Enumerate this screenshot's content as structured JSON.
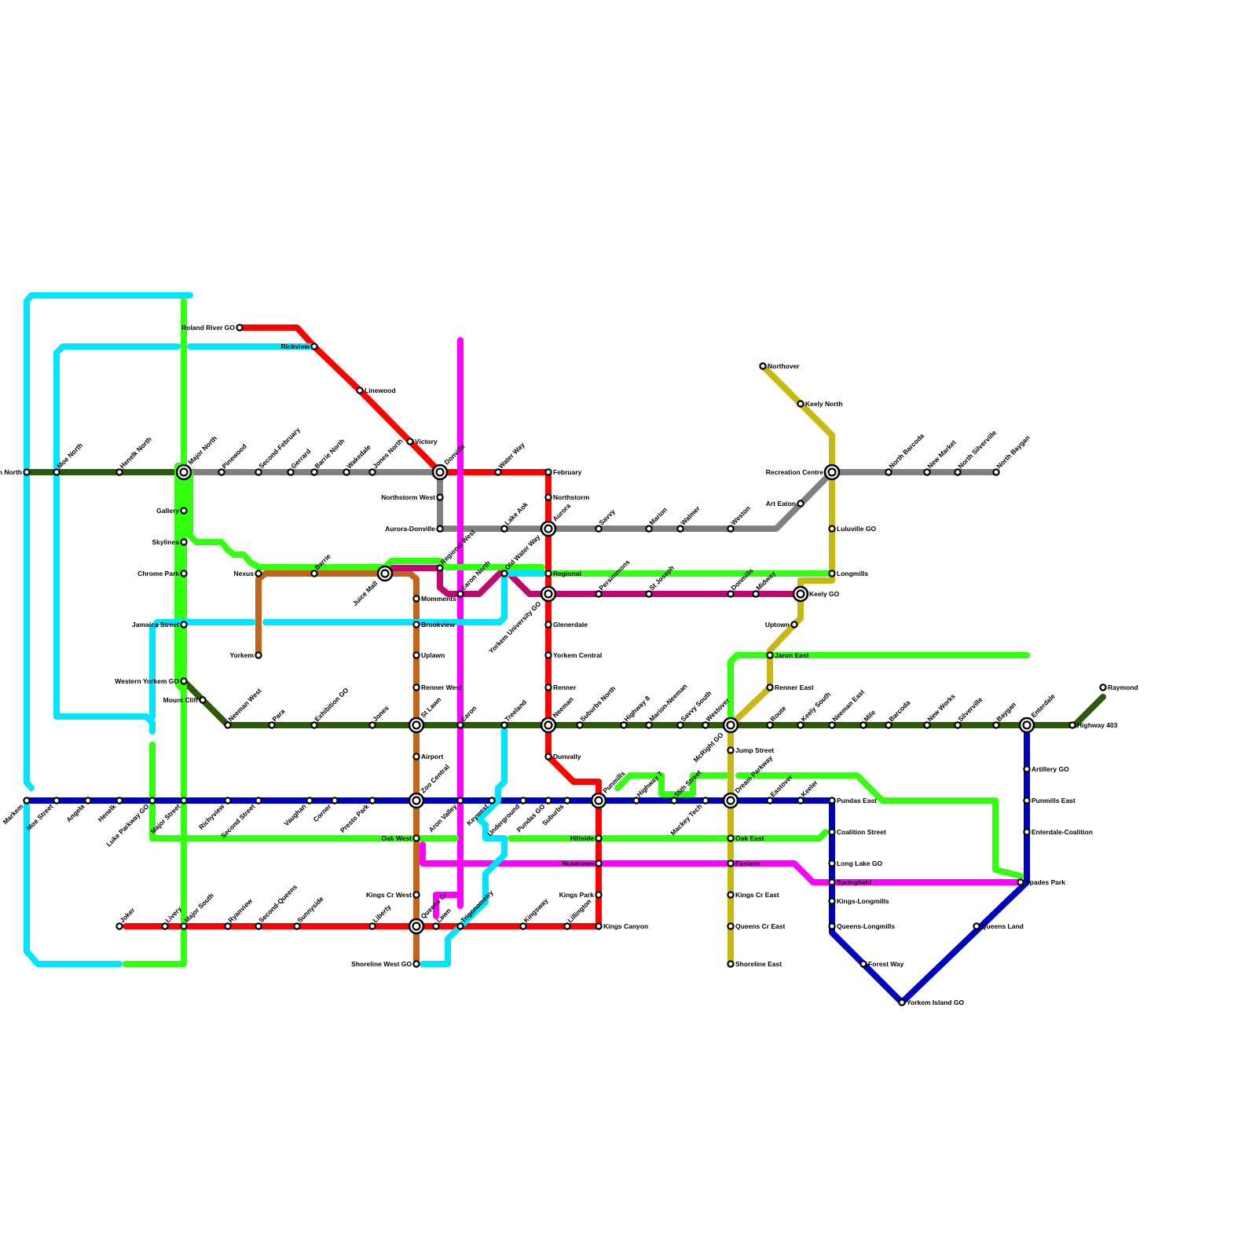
{
  "map": {
    "colors": {
      "red": "#ff0000",
      "grey": "#808080",
      "darkgreen": "#2d5a0a",
      "green": "#33ff11",
      "cyan": "#00e5ff",
      "magenta": "#ff00ff",
      "brown": "#c0651a",
      "purple": "#c0086e",
      "olive": "#c8b814",
      "blue": "#0000c0"
    },
    "stations": [
      {
        "name": "Roland River GO"
      },
      {
        "name": "Rickview"
      },
      {
        "name": "Linewood"
      },
      {
        "name": "Victory"
      },
      {
        "name": "Donville"
      },
      {
        "name": "Water Way"
      },
      {
        "name": "February"
      },
      {
        "name": "Northstorm"
      },
      {
        "name": "Aurora"
      },
      {
        "name": "Regional"
      },
      {
        "name": "Yorkem University GO"
      },
      {
        "name": "Glenerdale"
      },
      {
        "name": "Yorkem Central"
      },
      {
        "name": "Renner"
      },
      {
        "name": "Neeman"
      },
      {
        "name": "Dunvally"
      },
      {
        "name": "Punmills"
      },
      {
        "name": "Hillside"
      },
      {
        "name": "Nuketown"
      },
      {
        "name": "Kings Park"
      },
      {
        "name": "Kings Canyon"
      },
      {
        "name": "Lillington"
      },
      {
        "name": "Kingsway"
      },
      {
        "name": "Trigonometry"
      },
      {
        "name": "Lawn"
      },
      {
        "name": "Queens Cr"
      },
      {
        "name": "Liberty"
      },
      {
        "name": "Sunnyside"
      },
      {
        "name": "Second-Queens"
      },
      {
        "name": "Ryanview"
      },
      {
        "name": "Major South"
      },
      {
        "name": "Livery"
      },
      {
        "name": "Joker"
      },
      {
        "name": "Kem North"
      },
      {
        "name": "Moe North"
      },
      {
        "name": "Henelk North"
      },
      {
        "name": "Major North"
      },
      {
        "name": "Pinewood"
      },
      {
        "name": "Second-February"
      },
      {
        "name": "Gerrard"
      },
      {
        "name": "Barrie North"
      },
      {
        "name": "Wakedale"
      },
      {
        "name": "Jones North"
      },
      {
        "name": "Northstorm West"
      },
      {
        "name": "Aurora-Donville"
      },
      {
        "name": "Lake Aok"
      },
      {
        "name": "Savvy"
      },
      {
        "name": "Marion"
      },
      {
        "name": "Walmer"
      },
      {
        "name": "Weston"
      },
      {
        "name": "Art Eaton"
      },
      {
        "name": "Recreation Centre"
      },
      {
        "name": "North Barcoda"
      },
      {
        "name": "New Market"
      },
      {
        "name": "North Silverville"
      },
      {
        "name": "North Baygan"
      },
      {
        "name": "Northover"
      },
      {
        "name": "Keely North"
      },
      {
        "name": "Luluville GO"
      },
      {
        "name": "Longmills"
      },
      {
        "name": "Keely GO"
      },
      {
        "name": "Uptown"
      },
      {
        "name": "Jaron East"
      },
      {
        "name": "Renner East"
      },
      {
        "name": "Gallery"
      },
      {
        "name": "Skylines"
      },
      {
        "name": "Chrome Park"
      },
      {
        "name": "Jamaica Street"
      },
      {
        "name": "Western Yorkem GO"
      },
      {
        "name": "Mount Cliff"
      },
      {
        "name": "Neeman West"
      },
      {
        "name": "Para"
      },
      {
        "name": "Exhibition GO"
      },
      {
        "name": "Jones"
      },
      {
        "name": "St Lawn"
      },
      {
        "name": "Earon"
      },
      {
        "name": "Treeland"
      },
      {
        "name": "Suburbs North"
      },
      {
        "name": "Highway 8"
      },
      {
        "name": "Marion-Neeman"
      },
      {
        "name": "Savvy South"
      },
      {
        "name": "Westover"
      },
      {
        "name": "McRight GO"
      },
      {
        "name": "Route"
      },
      {
        "name": "Keely South"
      },
      {
        "name": "Neeman East"
      },
      {
        "name": "Mile"
      },
      {
        "name": "Barcoda"
      },
      {
        "name": "New Works"
      },
      {
        "name": "Silverville"
      },
      {
        "name": "Baygan"
      },
      {
        "name": "Enterdale"
      },
      {
        "name": "Highway 403"
      },
      {
        "name": "Raymond"
      },
      {
        "name": "Nexus"
      },
      {
        "name": "Barrie"
      },
      {
        "name": "Juice Mall"
      },
      {
        "name": "Regional West"
      },
      {
        "name": "Momments"
      },
      {
        "name": "Earon North"
      },
      {
        "name": "Old Water Way"
      },
      {
        "name": "Persimmons"
      },
      {
        "name": "St Joseph"
      },
      {
        "name": "Donmills"
      },
      {
        "name": "Midway"
      },
      {
        "name": "Yorkem"
      },
      {
        "name": "Brookview"
      },
      {
        "name": "Uplawn"
      },
      {
        "name": "Renner West"
      },
      {
        "name": "Airport"
      },
      {
        "name": "Zoo Central"
      },
      {
        "name": "Oak West"
      },
      {
        "name": "Kings Cr West"
      },
      {
        "name": "Shoreline West GO"
      },
      {
        "name": "Markem"
      },
      {
        "name": "Moe Street"
      },
      {
        "name": "Angela"
      },
      {
        "name": "Henelk"
      },
      {
        "name": "Luke Parkway GO"
      },
      {
        "name": "Major Street"
      },
      {
        "name": "Richyview"
      },
      {
        "name": "Second Street"
      },
      {
        "name": "Vaughan"
      },
      {
        "name": "Corner"
      },
      {
        "name": "Presto Park"
      },
      {
        "name": "Aron Valley"
      },
      {
        "name": "Keywest"
      },
      {
        "name": "Underground"
      },
      {
        "name": "Pundas GO"
      },
      {
        "name": "Suburbs"
      },
      {
        "name": "Highway 7"
      },
      {
        "name": "55th Street"
      },
      {
        "name": "Mackey Tech"
      },
      {
        "name": "Dream Parkway"
      },
      {
        "name": "Eastover"
      },
      {
        "name": "Keeler"
      },
      {
        "name": "Pundas East"
      },
      {
        "name": "Jump Street"
      },
      {
        "name": "Oak East"
      },
      {
        "name": "Eastern"
      },
      {
        "name": "Kings Cr East"
      },
      {
        "name": "Queens Cr East"
      },
      {
        "name": "Shoreline East"
      },
      {
        "name": "Coalition Street"
      },
      {
        "name": "Long Lake GO"
      },
      {
        "name": "Springfield"
      },
      {
        "name": "Kings-Longmills"
      },
      {
        "name": "Queens-Longmills"
      },
      {
        "name": "Forest Way"
      },
      {
        "name": "Yorkem Island GO"
      },
      {
        "name": "Queens Land"
      },
      {
        "name": "Spades Park"
      },
      {
        "name": "Artillery GO"
      },
      {
        "name": "Punmills East"
      },
      {
        "name": "Enterdale-Coalition"
      }
    ]
  }
}
